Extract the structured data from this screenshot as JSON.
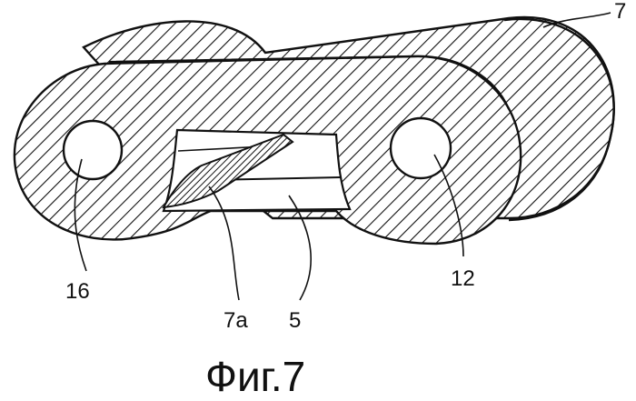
{
  "figure": {
    "caption": "Фиг.7",
    "colors": {
      "ink": "#111111",
      "paper": "#ffffff"
    },
    "labels": {
      "part_7": "7",
      "part_16": "16",
      "part_12": "12",
      "part_7a": "7a",
      "part_5": "5"
    }
  }
}
